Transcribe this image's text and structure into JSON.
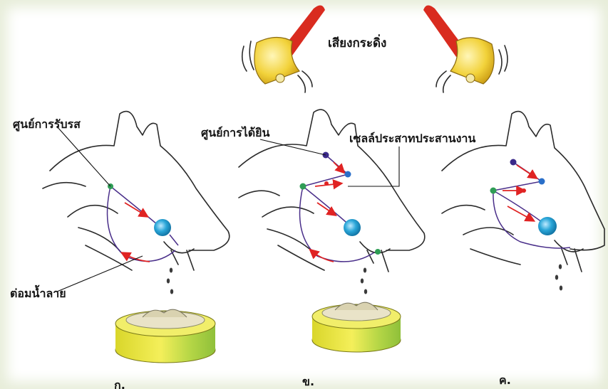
{
  "labels": {
    "bell_sound": "เสียงกระดิ่ง",
    "taste_center": "ศูนย์การรับรส",
    "hearing_center": "ศูนย์การได้ยิน",
    "coordinating_neuron": "เซลล์ประสาทประสานงาน",
    "salivary_gland": "ต่อมน้ำลาย"
  },
  "panels": [
    {
      "letter": "ก."
    },
    {
      "letter": "ข."
    },
    {
      "letter": "ค."
    }
  ],
  "colors": {
    "bell_body": "#f2d23a",
    "bell_handle": "#d92b1f",
    "gland": "#2aa6d8",
    "node_purple": "#3b2a8a",
    "node_green": "#2f9d55",
    "arrow": "#e02323",
    "bowl_yellow": "#e8e23a",
    "bowl_green": "#9acb3b"
  }
}
